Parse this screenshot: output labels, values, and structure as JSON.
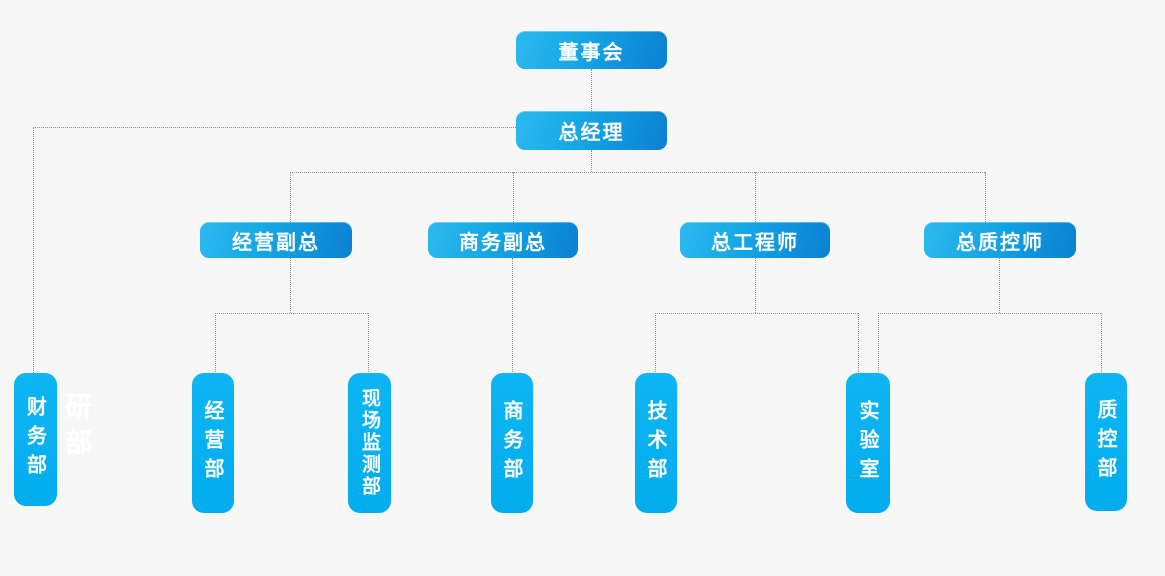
{
  "page": {
    "background": "#f7f7f7"
  },
  "colors": {
    "box_gradient_start": "#2cb9ee",
    "box_gradient_mid": "#14a5e4",
    "box_gradient_end": "#0a80d2",
    "box_solid_top": "#0db5f2",
    "box_solid_bottom": "#02aced",
    "connector": "#909090",
    "text": "#ffffff"
  },
  "org": {
    "level1": {
      "label": "董事会"
    },
    "level2": {
      "label": "总经理"
    },
    "level3": [
      {
        "label": "经营副总"
      },
      {
        "label": "商务副总"
      },
      {
        "label": "总工程师"
      },
      {
        "label": "总质控师"
      }
    ],
    "departments": [
      {
        "label": "财务部"
      },
      {
        "label": "经营部"
      },
      {
        "label": "现场监测部"
      },
      {
        "label": "商务部"
      },
      {
        "label": "技术部"
      },
      {
        "label": "实验室"
      },
      {
        "label": "质控部"
      }
    ],
    "ghost_label": "研部"
  }
}
